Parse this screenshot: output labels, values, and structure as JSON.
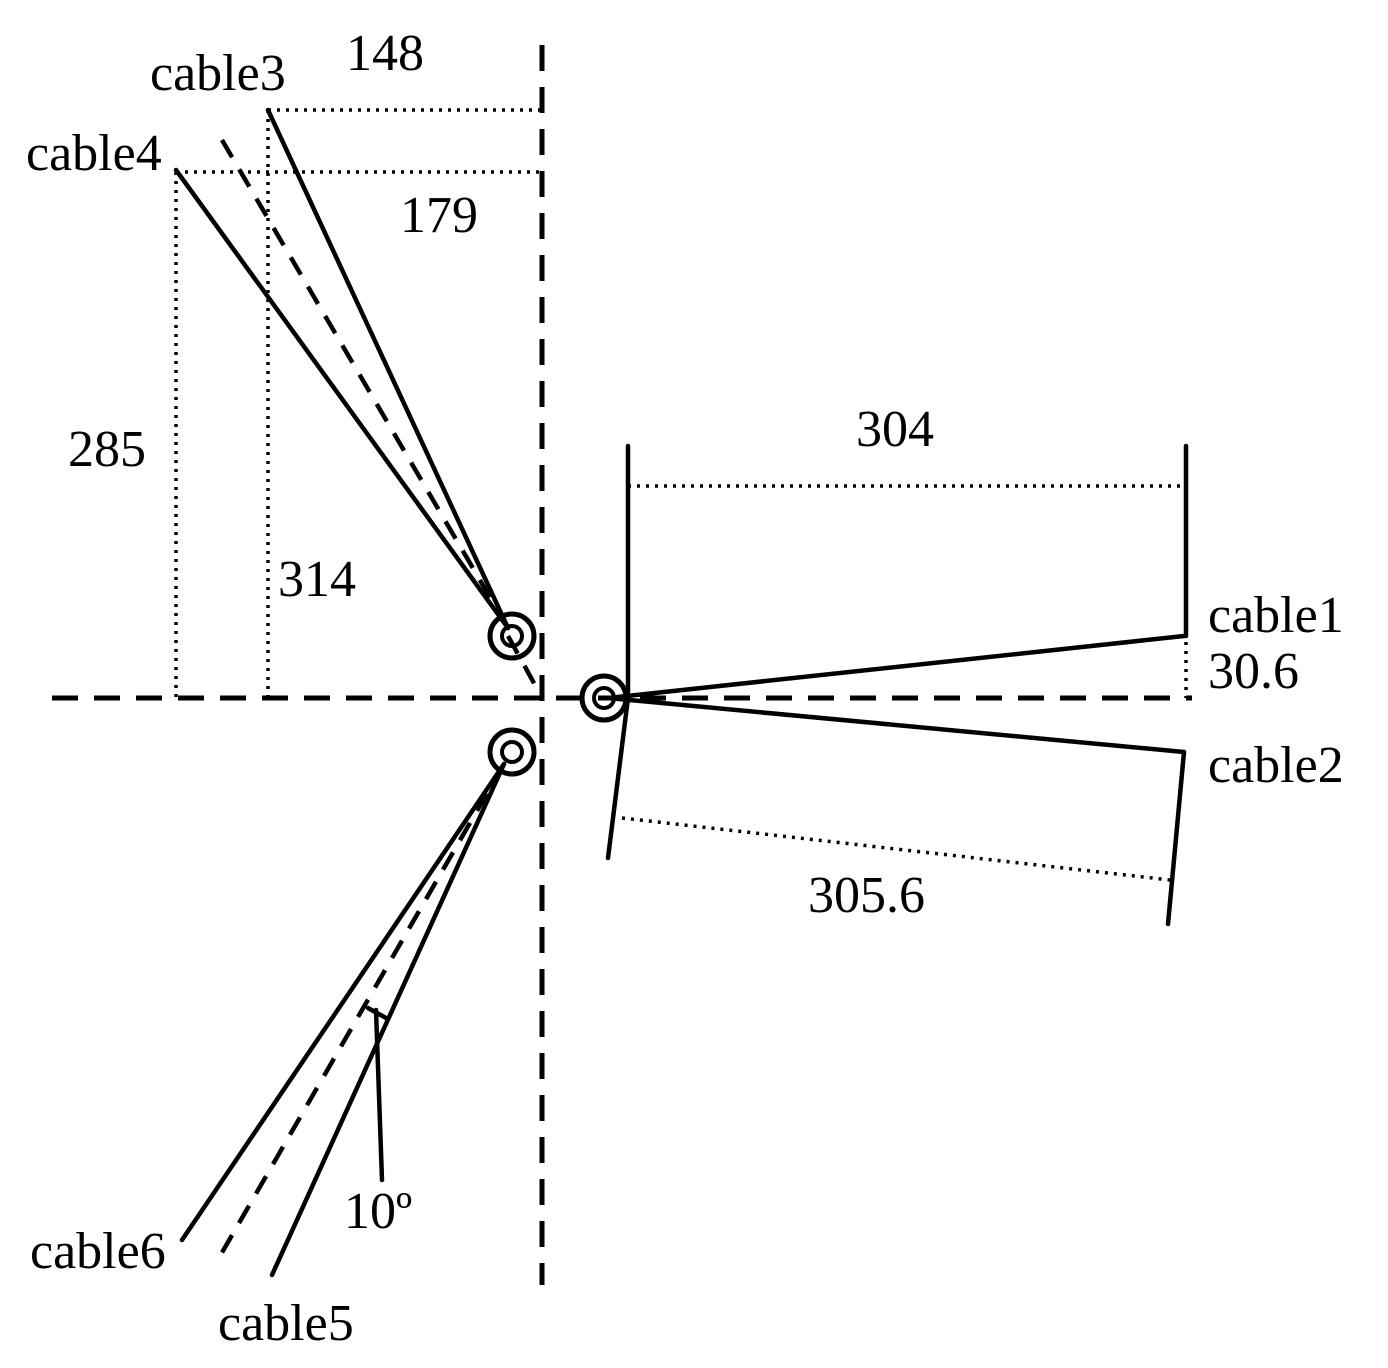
{
  "labels": {
    "cable1": "cable1",
    "cable2": "cable2",
    "cable3": "cable3",
    "cable4": "cable4",
    "cable5": "cable5",
    "cable6": "cable6"
  },
  "dimensions": {
    "d148": "148",
    "d179": "179",
    "d285": "285",
    "d314": "314",
    "d304": "304",
    "d30_6": "30.6",
    "d305_6": "305.6",
    "angle": "10º"
  }
}
